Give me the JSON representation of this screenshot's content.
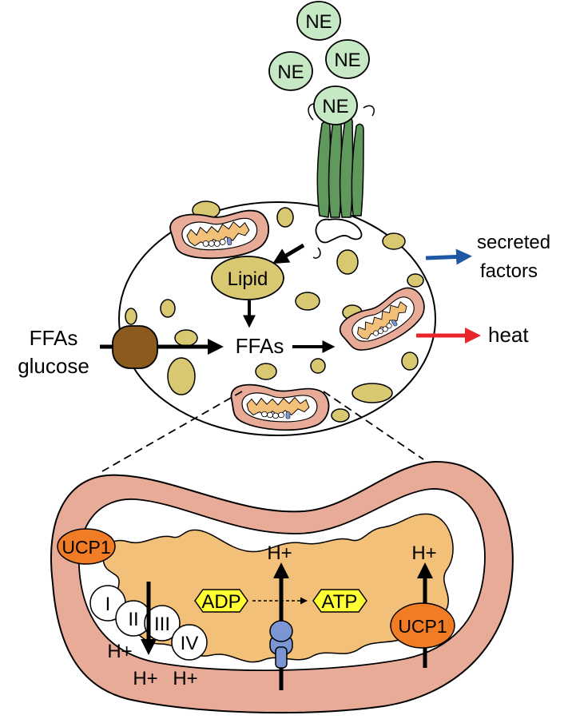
{
  "molecules": {
    "ne": "NE",
    "lipid": "Lipid",
    "ffas_mid": "FFAs",
    "adp": "ADP",
    "atp": "ATP",
    "ucp1": "UCP1"
  },
  "inputs": {
    "line1": "FFAs",
    "line2": "glucose"
  },
  "outputs": {
    "secreted_line1": "secreted",
    "secreted_line2": "factors",
    "heat": "heat"
  },
  "protons": {
    "h_plus": "H+"
  },
  "complexes": [
    "I",
    "II",
    "III",
    "IV"
  ],
  "colors": {
    "ne_fill": "#c6e8c4",
    "receptor": "#5f9a5c",
    "lipid_droplet": "#d9c872",
    "mito_outer": "#e8ab98",
    "mito_matrix": "#f3c07a",
    "transporter": "#8b5a1d",
    "ucp1": "#f07c25",
    "atp_synthase": "#7b96d3",
    "nucleotide": "#ffff33",
    "secreted_arrow": "#1f57a5",
    "heat_arrow": "#e8242c"
  }
}
